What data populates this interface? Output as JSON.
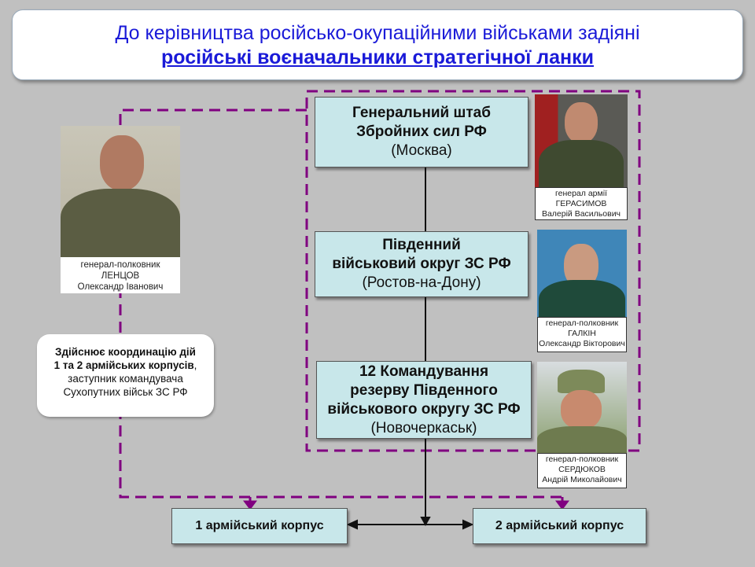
{
  "title": {
    "line1": "До керівництва російсько-окупаційними військами задіяні",
    "line2": "російські воєначальники стратегічної ланки"
  },
  "units": {
    "general_staff": {
      "line1": "Генеральний штаб",
      "line2": "Збройних сил РФ",
      "location": "(Москва)"
    },
    "southern_district": {
      "line1": "Південний",
      "line2": "військовий округ ЗС РФ",
      "location": "(Ростов-на-Дону)"
    },
    "reserve_command": {
      "line1": "12 Командування",
      "line2": "резерву Південного",
      "line3": "військового округу ЗС РФ",
      "location": "(Новочеркаськ)"
    },
    "corps1": "1 армійський корпус",
    "corps2": "2 армійський корпус"
  },
  "commanders": {
    "lentsov": {
      "rank": "генерал-полковник",
      "surname": "ЛЕНЦОВ",
      "name": "Олександр Іванович"
    },
    "gerasimov": {
      "rank": "генерал армії",
      "surname": "ГЕРАСИМОВ",
      "name": "Валерій Васильович"
    },
    "galkin": {
      "rank": "генерал-полковник",
      "surname": "ГАЛКІН",
      "name": "Олександр Вікторович"
    },
    "serdyukov": {
      "rank": "генерал-полковник",
      "surname": "СЕРДЮКОВ",
      "name": "Андрій Миколайович"
    }
  },
  "note": {
    "bold1": "Здійснює координацію дій",
    "bold2": "1 та 2 армійських корпусів",
    "comma": ",",
    "line3": "заступник командувача",
    "line4": "Сухопутних військ ЗС РФ"
  },
  "colors": {
    "title": "#1a1ad8",
    "dashed": "#800080",
    "box": "#c8e7ea",
    "background": "#c0c0c0"
  }
}
